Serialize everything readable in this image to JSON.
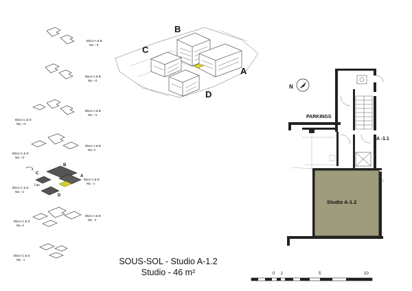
{
  "title": {
    "line1": "SOUS-SOL - Studio A-1.2",
    "line2": "Studio - 46 m²"
  },
  "aerial_labels": {
    "a": "A",
    "b": "B",
    "c": "C",
    "d": "D"
  },
  "stack": {
    "levels": [
      {
        "ab": "Blocs A & B",
        "ab_lvl": "Niv. +3"
      },
      {
        "ab": "Blocs A & B",
        "ab_lvl": "Niv. +2"
      },
      {
        "ab": "Blocs A & B",
        "ab_lvl": "Niv. +1",
        "cd": "Blocs C & D",
        "cd_lvl": "Niv. +3"
      },
      {
        "ab": "Blocs A & B",
        "ab_lvl": "Niv. 0",
        "cd": "Blocs C & D",
        "cd_lvl": "Niv. +2"
      },
      {
        "ab": "Blocs A & B",
        "ab_lvl": "Niv. -1",
        "cd": "Blocs C & D",
        "cd_lvl": "Niv. +1"
      },
      {
        "ab": "Blocs A & B",
        "ab_lvl": "Niv. -2",
        "cd": "Blocs C & D",
        "cd_lvl": "Niv. 0"
      },
      {
        "cd": "Blocs C & D",
        "cd_lvl": "Niv. -1"
      }
    ],
    "highlight": {
      "a": "A",
      "b": "B",
      "c": "C",
      "d": "D",
      "lac": "Lac"
    }
  },
  "plan": {
    "parkings": "PARKINGS",
    "unit_id": "A -1.1",
    "studio": "Studio A-1.2",
    "studio_fill": "#9e9c7c",
    "compass": "N"
  },
  "scale": {
    "labels": [
      "0",
      "1",
      "5",
      "10"
    ]
  }
}
